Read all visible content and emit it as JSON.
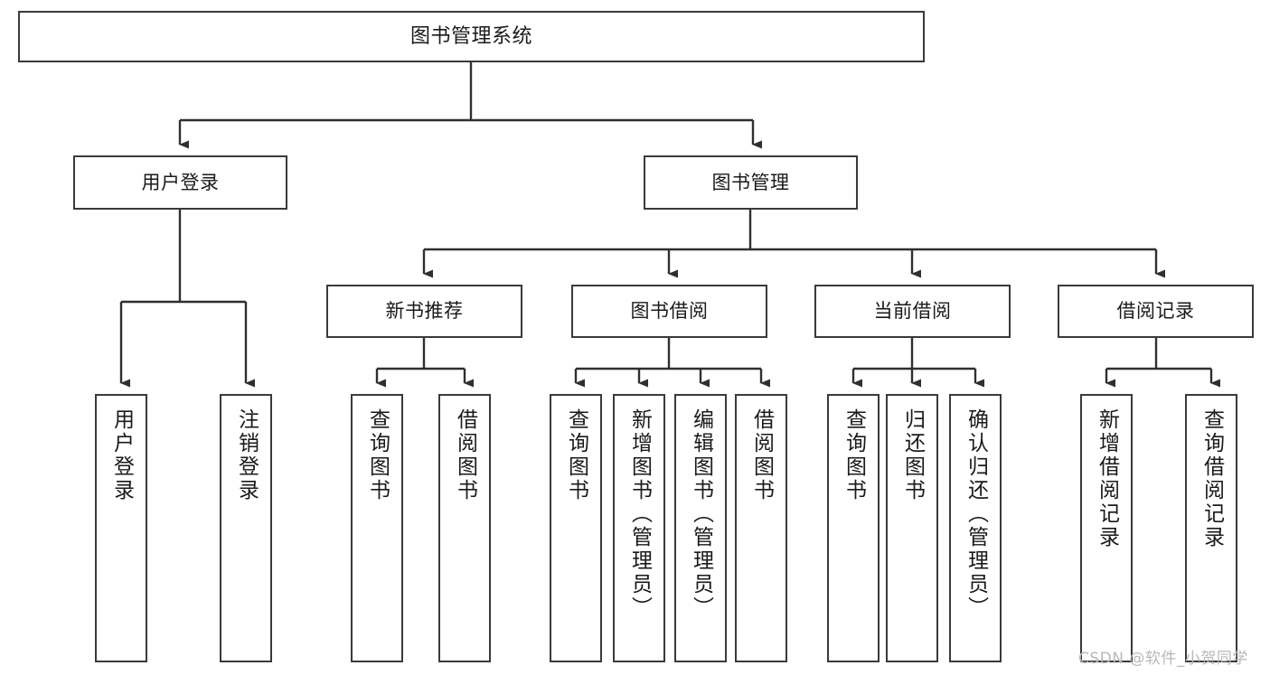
{
  "diagram": {
    "title": "图书管理系统",
    "type": "tree-hierarchy-chart",
    "stroke_color": "#3a3a3a",
    "background_color": "#ffffff",
    "text_color": "#1a1a1a"
  },
  "nodes": {
    "root": {
      "label": "图书管理系统"
    },
    "level2": [
      {
        "label": "用户登录"
      },
      {
        "label": "图书管理"
      }
    ],
    "level3": [
      {
        "label": "新书推荐"
      },
      {
        "label": "图书借阅"
      },
      {
        "label": "当前借阅"
      },
      {
        "label": "借阅记录"
      }
    ],
    "leaves_user_login": [
      {
        "label": "用户登录"
      },
      {
        "label": "注销登录"
      }
    ],
    "leaves_new_book": [
      {
        "label": "查询图书"
      },
      {
        "label": "借阅图书"
      }
    ],
    "leaves_borrow": [
      {
        "label": "查询图书"
      },
      {
        "label": "新增图书（管理员）"
      },
      {
        "label": "编辑图书（管理员）"
      },
      {
        "label": "借阅图书"
      }
    ],
    "leaves_current": [
      {
        "label": "查询图书"
      },
      {
        "label": "归还图书"
      },
      {
        "label": "确认归还（管理员）"
      }
    ],
    "leaves_record": [
      {
        "label": "新增借阅记录"
      },
      {
        "label": "查询借阅记录"
      }
    ]
  },
  "watermark": {
    "text": "CSDN @软件_小贺同学"
  }
}
